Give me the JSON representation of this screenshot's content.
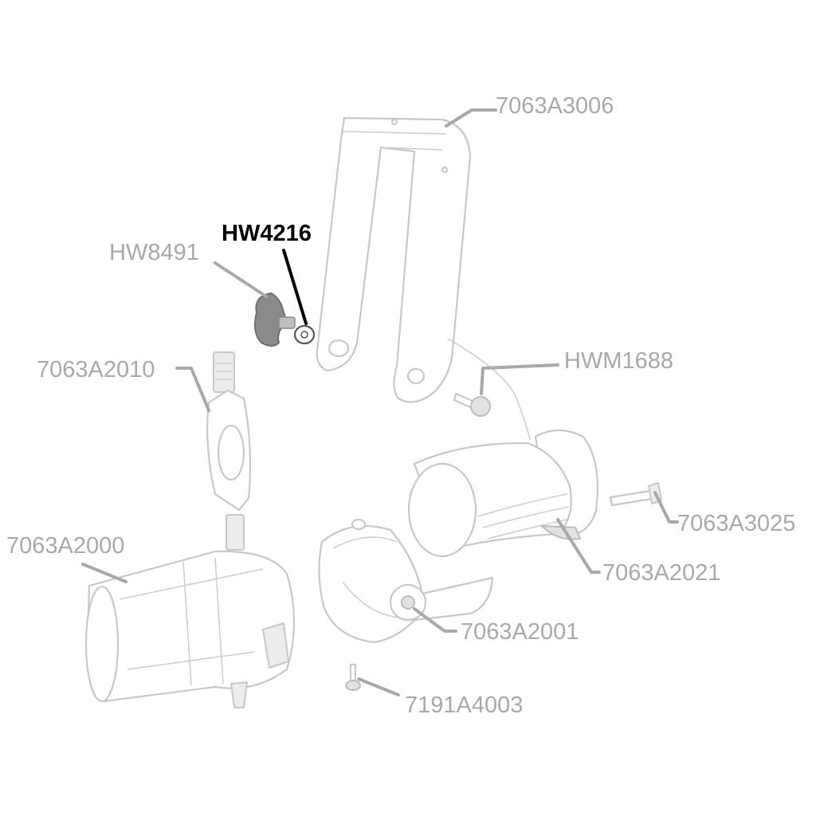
{
  "diagram": {
    "highlighted_part": "HW4216",
    "colors": {
      "label": "#a9a9a9",
      "highlight": "#000000",
      "outline": "#c8c8c8"
    },
    "labels": {
      "yoke": "7063A3006",
      "hw4216": "HW4216",
      "hw8491": "HW8491",
      "hwm1688": "HWM1688",
      "shutter_plate": "7063A2010",
      "barrel": "7063A2000",
      "pin": "7063A3025",
      "lamp_housing": "7063A2021",
      "reflector": "7063A2001",
      "screw": "7191A4003"
    }
  }
}
